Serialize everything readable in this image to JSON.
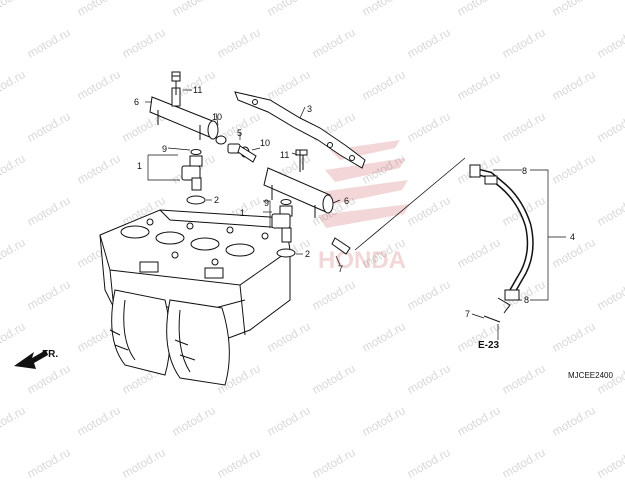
{
  "watermark": "motod.ru",
  "parts": [
    {
      "id": "p1a",
      "label": "1"
    },
    {
      "id": "p1b",
      "label": "1"
    },
    {
      "id": "p2a",
      "label": "2"
    },
    {
      "id": "p2b",
      "label": "2"
    },
    {
      "id": "p3",
      "label": "3"
    },
    {
      "id": "p4",
      "label": "4"
    },
    {
      "id": "p5",
      "label": "5"
    },
    {
      "id": "p6a",
      "label": "6"
    },
    {
      "id": "p6b",
      "label": "6"
    },
    {
      "id": "p7a",
      "label": "7"
    },
    {
      "id": "p7b",
      "label": "7"
    },
    {
      "id": "p8a",
      "label": "8"
    },
    {
      "id": "p8b",
      "label": "8"
    },
    {
      "id": "p9a",
      "label": "9"
    },
    {
      "id": "p9b",
      "label": "9"
    },
    {
      "id": "p10a",
      "label": "10"
    },
    {
      "id": "p10b",
      "label": "10"
    },
    {
      "id": "p11a",
      "label": "11"
    },
    {
      "id": "p11b",
      "label": "11"
    }
  ],
  "front_arrow": "FR.",
  "section_ref": "E-23",
  "diagram_code": "MJCEE2400",
  "brand_watermark": "HONDA"
}
